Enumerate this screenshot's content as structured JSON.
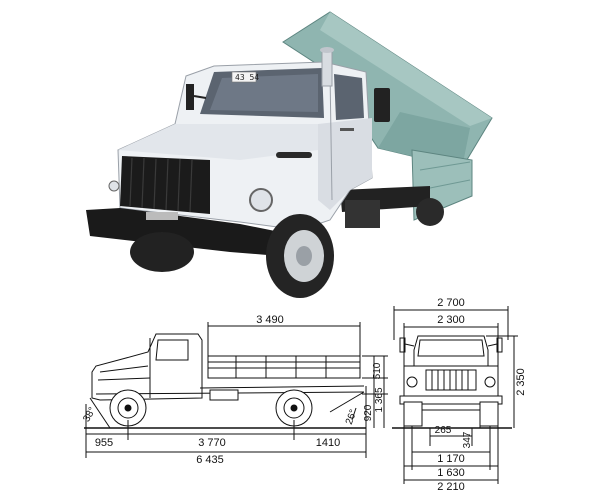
{
  "colors": {
    "cab": "#eef1f4",
    "cab_shadow": "#c9ced6",
    "body": "#8fb5b0",
    "body_dark": "#6f9994",
    "chassis": "#1c1c1c",
    "tire": "#2a2a2a",
    "rim": "#cfd3d6",
    "line": "#111111"
  },
  "photo": {
    "plate_text": "43 54"
  },
  "side_view": {
    "body_length": "3 490",
    "front_overhang": "955",
    "wheelbase": "3 770",
    "rear_overhang": "1410",
    "overall_length": "6 435",
    "side_height": "510",
    "platform_height": "1 365",
    "frame_height": "920",
    "approach_angle": "38°",
    "departure_angle": "26°"
  },
  "front_view": {
    "outer_width": "2 700",
    "body_width": "2 300",
    "overall_height": "2 350",
    "ground_clearance": "265",
    "axle_height": "347",
    "track_front": "1 170",
    "track_rear": "1 630",
    "overall_width": "2 210"
  }
}
